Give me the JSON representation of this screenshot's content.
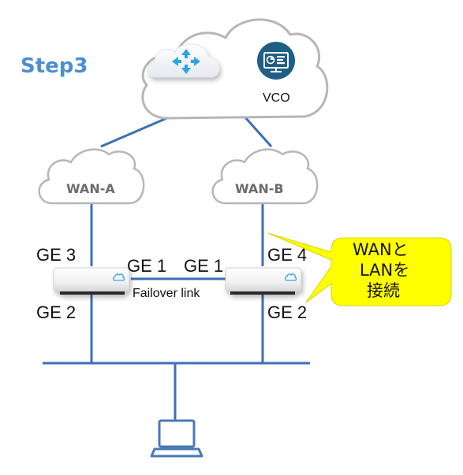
{
  "title": "Step3",
  "accent_color": "#4a90d0",
  "link_color": "#3d6fb8",
  "top_cloud": {
    "router_icon": "router-arrows-icon",
    "vco_icon": "dashboard-monitor-icon",
    "vco_label": "VCO"
  },
  "wan_clouds": {
    "a_label": "WAN-A",
    "b_label": "WAN-B"
  },
  "ports": {
    "left_top": "GE 3",
    "left_bottom": "GE 2",
    "left_link": "GE 1",
    "right_link": "GE 1",
    "right_top": "GE 4",
    "right_bottom": "GE 2"
  },
  "failover_label": "Failover link",
  "callout": {
    "lines": [
      "WANと",
      "LANを",
      "接続"
    ],
    "fill_color": "#ffff00"
  },
  "laptop_icon": "laptop-icon"
}
